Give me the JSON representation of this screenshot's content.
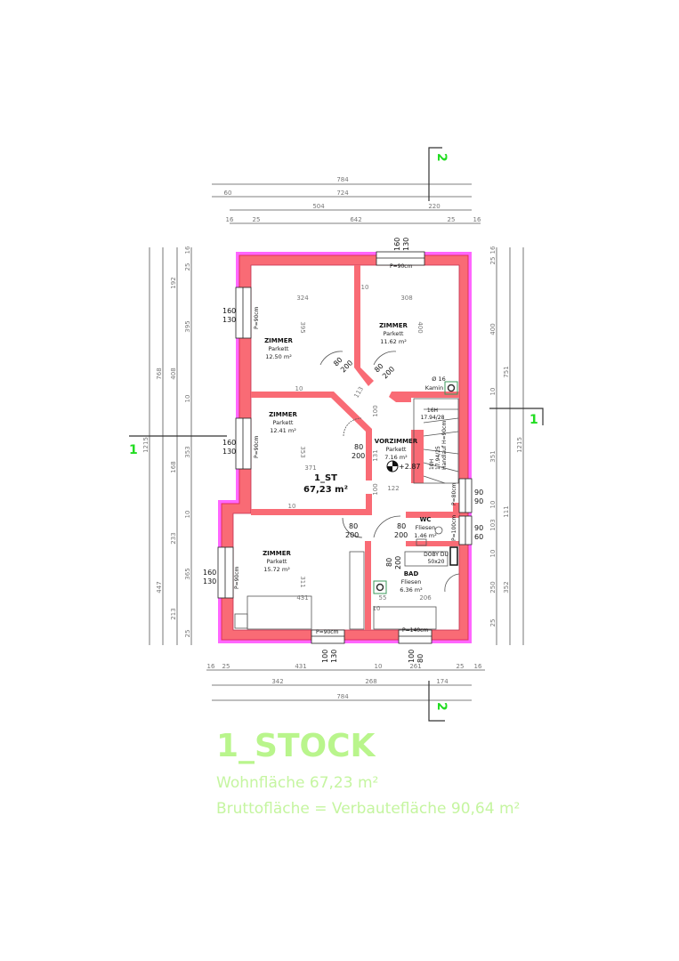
{
  "rooms": [
    {
      "name": "ZIMMER",
      "floor": "Parkett",
      "area": "12.50 m²"
    },
    {
      "name": "ZIMMER",
      "floor": "Parkett",
      "area": "11.62 m²"
    },
    {
      "name": "ZIMMER",
      "floor": "Parkett",
      "area": "12.41 m²"
    },
    {
      "name": "VORZIMMER",
      "floor": "Parkett",
      "area": "7.16 m²"
    },
    {
      "name": "WC",
      "floor": "Fliesen",
      "area": "1.46 m²"
    },
    {
      "name": "BAD",
      "floor": "Fliesen",
      "area": "6.36 m²"
    },
    {
      "name": "ZIMMER",
      "floor": "Parkett",
      "area": "15.72 m²"
    }
  ],
  "floor_label": {
    "name": "1_ST",
    "area": "67,23 m²"
  },
  "level": "+2.87",
  "kamin": {
    "dia": "Ø 16",
    "label": "Kamin"
  },
  "shower": {
    "label": "DOBY DU",
    "size": "50x20"
  },
  "stairs": {
    "upper": "16H",
    "upper_dim": "17.94/28",
    "lower": "10H",
    "lower_dim": "17.94/25",
    "handrail": "Handlauf H=90cm"
  },
  "windows": {
    "p90": "P=90cm",
    "p80": "P=80cm",
    "p100": "P=100cm",
    "p140": "P=140cm",
    "w160": "160",
    "w130": "130",
    "w100": "100",
    "w90": "90",
    "w80": "80",
    "w60": "60"
  },
  "doors": {
    "w80": "80",
    "h200": "200"
  },
  "sections": {
    "s1": "1",
    "s2": "2"
  },
  "dims": {
    "top": [
      "784",
      "60",
      "724",
      "504",
      "220",
      "16",
      "25",
      "642",
      "25",
      "16"
    ],
    "bottom": [
      "16",
      "25",
      "431",
      "10",
      "261",
      "25",
      "16",
      "342",
      "268",
      "174",
      "784"
    ],
    "left": [
      "1215",
      "768",
      "447",
      "192",
      "408",
      "168",
      "233",
      "213",
      "25",
      "395",
      "10",
      "353",
      "10",
      "365",
      "25",
      "16"
    ],
    "right": [
      "25",
      "400",
      "10",
      "351",
      "10",
      "103",
      "10",
      "250",
      "25",
      "751",
      "111",
      "352",
      "1215",
      "16"
    ],
    "inner": [
      "324",
      "308",
      "10",
      "395",
      "400",
      "371",
      "353",
      "122",
      "431",
      "311",
      "206",
      "55",
      "10",
      "113",
      "100",
      "10",
      "10",
      "131",
      "100"
    ]
  },
  "title": "1_STOCK",
  "wohnflaeche": "Wohnfläche  67,23 m²",
  "bruttoflaeche": "Bruttofläche = Verbautefläche  90,64 m²"
}
